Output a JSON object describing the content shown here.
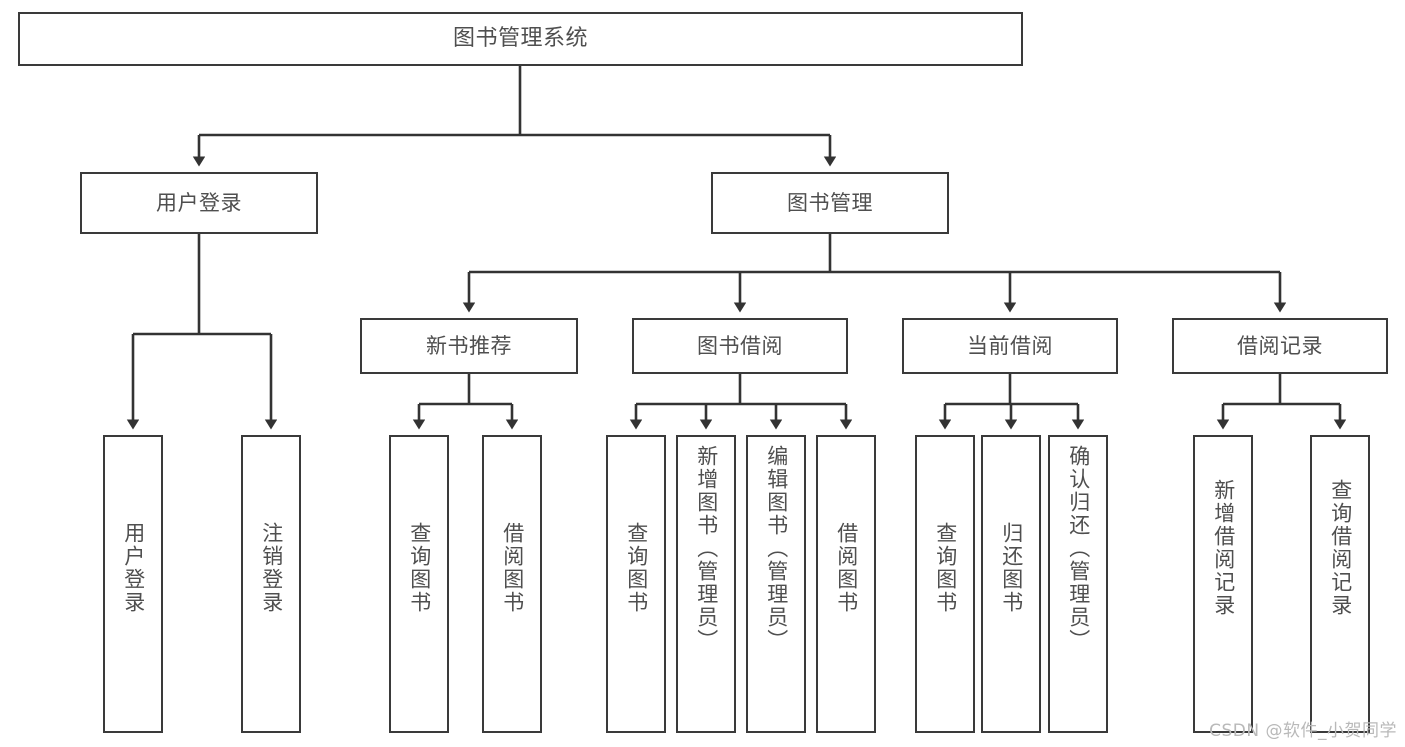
{
  "diagram": {
    "type": "tree-hierarchy",
    "title": "图书管理系统",
    "orientation": "top-down",
    "colors": {
      "background": "#ffffff",
      "node_border": "#3a3a3a",
      "node_fill": "#ffffff",
      "text": "#4f4f4f",
      "edge": "#333333",
      "watermark": "#b9b9b9"
    },
    "root": {
      "label": "图书管理系统"
    },
    "level2": [
      {
        "id": "user-login",
        "label": "用户登录"
      },
      {
        "id": "book-manage",
        "label": "图书管理"
      }
    ],
    "level3": [
      {
        "id": "new-book-recommend",
        "label": "新书推荐",
        "parent": "book-manage"
      },
      {
        "id": "book-borrow",
        "label": "图书借阅",
        "parent": "book-manage"
      },
      {
        "id": "current-borrow",
        "label": "当前借阅",
        "parent": "book-manage"
      },
      {
        "id": "borrow-record",
        "label": "借阅记录",
        "parent": "book-manage"
      }
    ],
    "leaves": {
      "user_login": [
        {
          "id": "leaf-user-login",
          "label": "用户登录"
        },
        {
          "id": "leaf-user-logout",
          "label": "注销登录"
        }
      ],
      "new_book_recommend": [
        {
          "id": "leaf-query-book-1",
          "label": "查询图书"
        },
        {
          "id": "leaf-borrow-book-1",
          "label": "借阅图书"
        }
      ],
      "book_borrow": [
        {
          "id": "leaf-query-book-2",
          "label": "查询图书"
        },
        {
          "id": "leaf-add-book",
          "label": "新增图书（管理员）"
        },
        {
          "id": "leaf-edit-book",
          "label": "编辑图书（管理员）"
        },
        {
          "id": "leaf-borrow-book-2",
          "label": "借阅图书"
        }
      ],
      "current_borrow": [
        {
          "id": "leaf-query-book-3",
          "label": "查询图书"
        },
        {
          "id": "leaf-return-book",
          "label": "归还图书"
        },
        {
          "id": "leaf-confirm-return",
          "label": "确认归还（管理员）"
        }
      ],
      "borrow_record": [
        {
          "id": "leaf-add-record",
          "label": "新增借阅记录"
        },
        {
          "id": "leaf-query-record",
          "label": "查询借阅记录"
        }
      ]
    }
  },
  "watermark": {
    "text": "CSDN @软件_小贺同学"
  }
}
